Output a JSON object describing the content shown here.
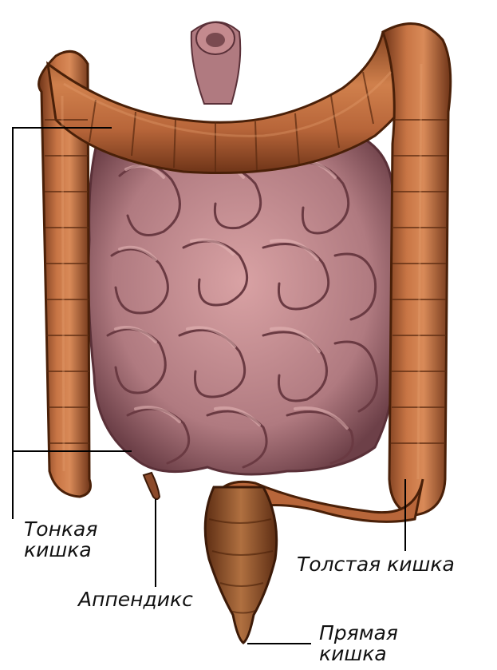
{
  "labels": {
    "small_intestine": {
      "line1": "Тонкая",
      "line2": "кишка"
    },
    "appendix": "Аппендикс",
    "large_intestine": "Толстая кишка",
    "rectum": {
      "line1": "Прямая",
      "line2": "кишка"
    }
  },
  "colors": {
    "background": "#ffffff",
    "colon": "#b8663a",
    "colon_dark": "#6e3418",
    "colon_highlight": "#d98a58",
    "small_intestine": "#c48a8e",
    "small_intestine_dark": "#7a4a50",
    "small_intestine_highlight": "#e6b8b8",
    "rectum": "#a86a3c",
    "leader_line": "#000000"
  }
}
